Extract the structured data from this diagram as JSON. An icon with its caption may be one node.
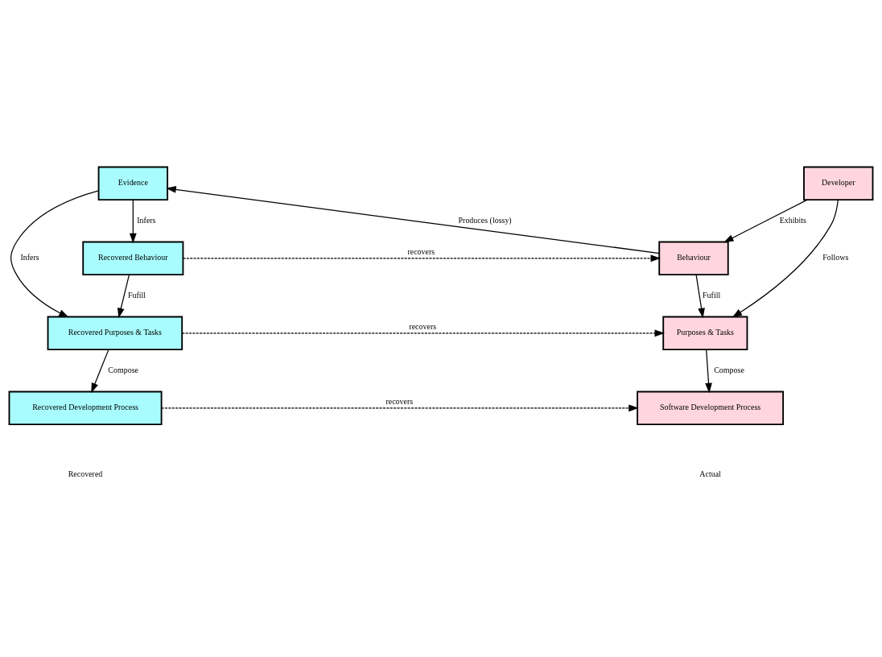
{
  "diagram": {
    "nodes": [
      {
        "text": [
          "Developer"
        ]
      },
      {
        "text": [
          "Evidence"
        ]
      },
      {
        "text": [
          "Behaviour"
        ]
      },
      {
        "text": [
          "Recovered Behaviour"
        ]
      },
      {
        "text": [
          "Purposes & Tasks"
        ]
      },
      {
        "text": [
          "Recovered Purposes & Tasks"
        ]
      },
      {
        "text": [
          "Software Development Process"
        ]
      },
      {
        "text": [
          "Recovered Development Process"
        ]
      }
    ],
    "edges": [
      {
        "from": 0,
        "to": 2,
        "arrow": "to",
        "label": "Exhibits"
      },
      {
        "from": 2,
        "to": 1,
        "arrow": "to",
        "label": "Produces (lossy)"
      },
      {
        "from": 1,
        "to": 3,
        "arrow": "to",
        "label": "Infers"
      },
      {
        "from": 3,
        "to": 2,
        "arrow": "to",
        "label": "recovers",
        "style": "dashed"
      },
      {
        "from": 0,
        "to": 4,
        "arrow": "to",
        "label": "Follows"
      },
      {
        "from": 1,
        "to": 5,
        "arrow": "to",
        "label": "Infers"
      },
      {
        "from": 2,
        "to": 4,
        "arrow": "to",
        "label": "Fufill"
      },
      {
        "from": 3,
        "to": 5,
        "arrow": "to",
        "label": "Fufill"
      },
      {
        "from": 5,
        "to": 4,
        "arrow": "to",
        "label": "recovers",
        "style": "dashed"
      },
      {
        "from": 4,
        "to": 6,
        "arrow": "to",
        "label": "Compose"
      },
      {
        "from": 5,
        "to": 7,
        "arrow": "to",
        "label": "Compose"
      },
      {
        "from": 7,
        "to": 6,
        "arrow": "to",
        "label": "recovers",
        "style": "dashed"
      }
    ],
    "labels": [
      "Actual",
      "Recovered"
    ]
  }
}
